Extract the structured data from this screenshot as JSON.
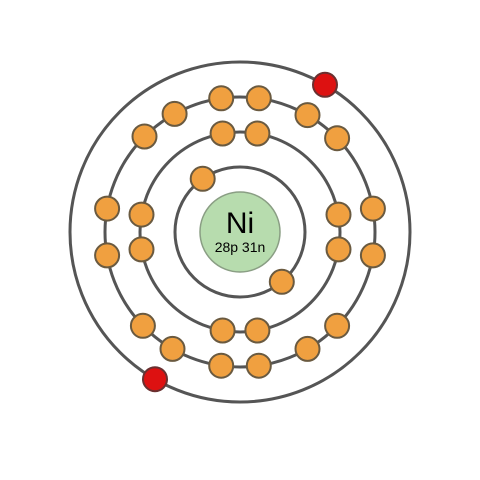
{
  "element": {
    "symbol": "Ni",
    "counts_label": "28p 31n"
  },
  "shells": [
    {
      "name": "shell-1",
      "electron_count": 2
    },
    {
      "name": "shell-2",
      "electron_count": 8
    },
    {
      "name": "shell-3",
      "electron_count": 16
    },
    {
      "name": "shell-4",
      "electron_count": 2
    }
  ],
  "colors": {
    "nucleus_fill": "#b7dcae",
    "nucleus_stroke": "#8a9e84",
    "electron_fill": "#f0a040",
    "electron_stroke": "#6a5a40",
    "valence_electron_fill": "#dd1111",
    "valence_electron_stroke": "#6a3030",
    "shell_stroke": "#555555"
  }
}
